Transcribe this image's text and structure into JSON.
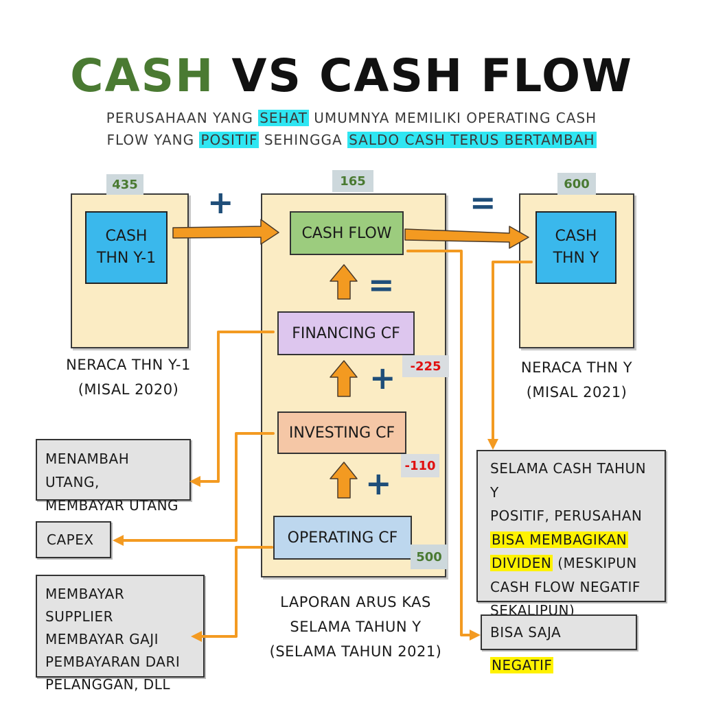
{
  "title": {
    "part1": "CASH",
    "part2": "VS CASH FLOW"
  },
  "subtitle": {
    "line1_a": "PERUSAHAAN YANG ",
    "line1_hl": "SEHAT",
    "line1_b": " UMUMNYA MEMILIKI OPERATING CASH",
    "line2_a": "FLOW YANG ",
    "line2_hl1": "POSITIF",
    "line2_b": " SEHINGGA ",
    "line2_hl2": "SALDO CASH TERUS BERTAMBAH"
  },
  "left": {
    "value": "435",
    "box": "CASH\nTHN Y-1",
    "caption_line1": "NERACA THN Y-1",
    "caption_line2": "(MISAL 2020)"
  },
  "middle": {
    "value": "165",
    "cash_flow": "CASH FLOW",
    "financing": "FINANCING CF",
    "financing_value": "-225",
    "investing": "INVESTING CF",
    "investing_value": "-110",
    "operating": "OPERATING CF",
    "operating_value": "500",
    "caption_line1": "LAPORAN ARUS KAS",
    "caption_line2": "SELAMA TAHUN Y",
    "caption_line3": "(SELAMA TAHUN 2021)"
  },
  "right": {
    "value": "600",
    "box": "CASH\nTHN Y",
    "caption_line1": "NERACA THN Y",
    "caption_line2": "(MISAL 2021)"
  },
  "operators": {
    "plus": "+",
    "equals": "="
  },
  "notes": {
    "financing": {
      "line1": "MENAMBAH UTANG,",
      "line2": "MEMBAYAR UTANG"
    },
    "investing": "CAPEX",
    "operating": {
      "line1": "MEMBAYAR SUPPLIER",
      "line2": "MEMBAYAR GAJI",
      "line3": "PEMBAYARAN DARI",
      "line4": "PELANGGAN, DLL"
    },
    "dividend": {
      "line1": "SELAMA CASH TAHUN Y",
      "line2": "POSITIF, PERUSAHAN",
      "line3_hl": "BISA MEMBAGIKAN",
      "line4_hl": "DIVIDEN",
      "line4_b": " (MESKIPUN",
      "line5": "CASH FLOW NEGATIF",
      "line6": "SEKALIPUN)"
    },
    "negative": {
      "a": "BISA SAJA ",
      "hl": "NEGATIF"
    }
  },
  "colors": {
    "title_green": "#4a7a32",
    "panel": "#fbecc4",
    "cash_blue": "#3ab8ec",
    "cash_flow_green": "#9ccc7e",
    "financing_purple": "#ddc6ee",
    "investing_peach": "#f5c7a6",
    "operating_blue": "#bdd7ee",
    "arrow_orange": "#f39a21",
    "operator_navy": "#1f4e79",
    "negative_red": "#e01010",
    "highlight_cyan": "#2fe6f2",
    "highlight_yellow": "#fff200"
  }
}
